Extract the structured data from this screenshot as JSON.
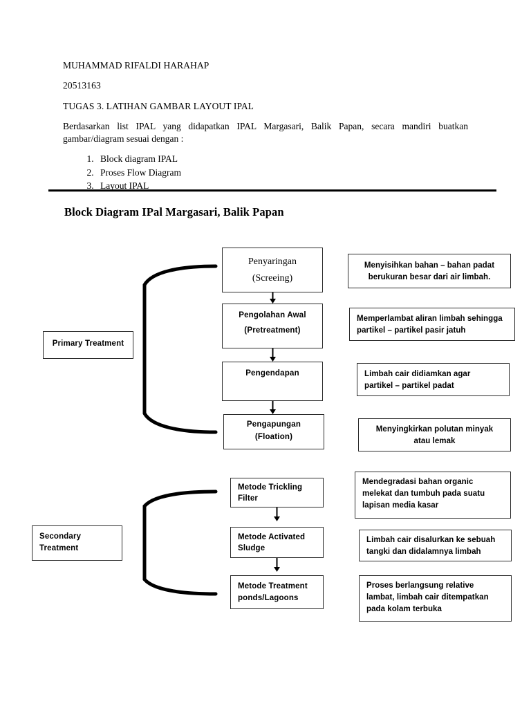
{
  "header": {
    "name": "MUHAMMAD RIFALDI HARAHAP",
    "student_id": "20513163",
    "assignment": "TUGAS 3. LATIHAN GAMBAR LAYOUT IPAL",
    "paragraph": "Berdasarkan list IPAL yang didapatkan IPAL Margasari, Balik Papan, secara mandiri buatkan gambar/diagram sesuai dengan :",
    "list": [
      "Block diagram IPAL",
      "Proses Flow Diagram",
      "Layout IPAL"
    ]
  },
  "section": {
    "title": "Block Diagram IPal Margasari, Balik Papan"
  },
  "groups": {
    "primary": "Primary Treatment",
    "secondary_line1": "Secondary",
    "secondary_line2": "Treatment"
  },
  "primary_stage": {
    "steps": [
      {
        "title": "Penyaringan",
        "sub": "(Screeing)"
      },
      {
        "title": "Pengolahan Awal",
        "sub": "(Pretreatment)"
      },
      {
        "title": "Pengendapan",
        "sub": ""
      },
      {
        "title": "Pengapungan",
        "sub": "(Floation)"
      }
    ],
    "descriptions": [
      {
        "line1": "Menyisihkan bahan – bahan padat",
        "line2": "berukuran besar dari air limbah.",
        "line3": ""
      },
      {
        "line1": "Memperlambat aliran limbah sehingga",
        "line2": "partikel – partikel pasir jatuh",
        "line3": ""
      },
      {
        "line1": "Limbah cair didiamkan agar",
        "line2": "partikel – partikel padat",
        "line3": ""
      },
      {
        "line1": "Menyingkirkan polutan minyak",
        "line2": "atau lemak",
        "line3": ""
      }
    ]
  },
  "secondary_stage": {
    "steps": [
      {
        "line1": "Metode Trickling",
        "line2": "Filter"
      },
      {
        "line1": "Metode Activated",
        "line2": "Sludge"
      },
      {
        "line1": "Metode Treatment",
        "line2": "ponds/Lagoons"
      }
    ],
    "descriptions": [
      {
        "line1": "Mendegradasi bahan organic",
        "line2": "melekat dan tumbuh pada suatu",
        "line3": "lapisan media kasar"
      },
      {
        "line1": "Limbah cair disalurkan ke sebuah",
        "line2": "tangki dan didalamnya limbah",
        "line3": ""
      },
      {
        "line1": "Proses berlangsung relative",
        "line2": "lambat, limbah cair ditempatkan",
        "line3": "pada kolam terbuka"
      }
    ]
  },
  "colors": {
    "ink": "#000000",
    "box_border": "#2b2b2b",
    "page_bg": "#ffffff"
  }
}
